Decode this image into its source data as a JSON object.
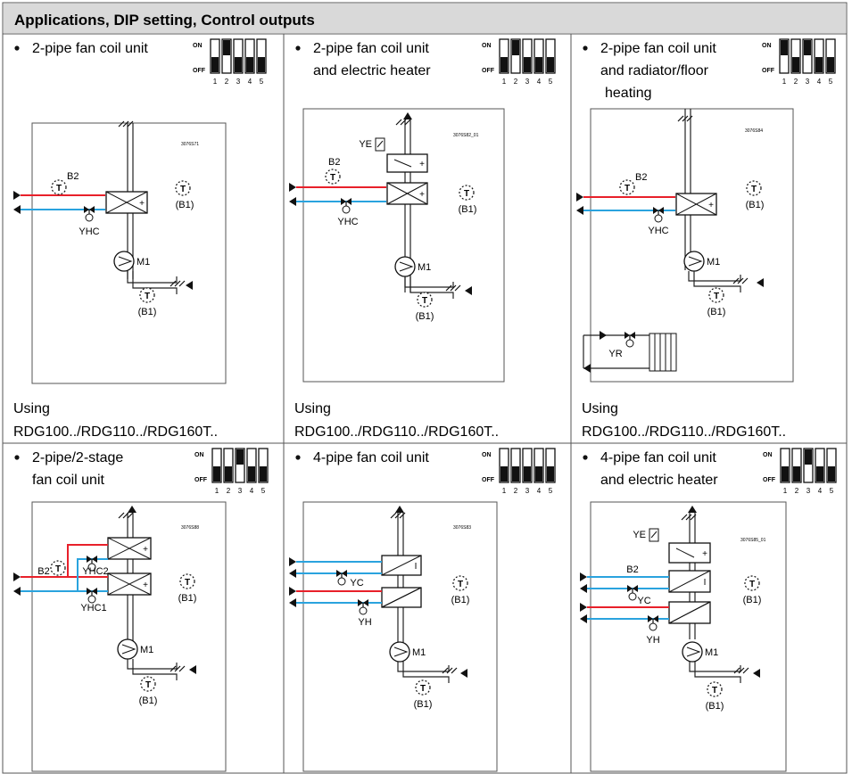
{
  "header": {
    "title": "Applications, DIP setting, Control outputs"
  },
  "dip": {
    "on": "ON",
    "off": "OFF",
    "numbers": [
      "1",
      "2",
      "3",
      "4",
      "5"
    ]
  },
  "cells": [
    {
      "id": "2pipe",
      "title_lines": [
        "2-pipe fan coil unit"
      ],
      "dip_states": [
        false,
        true,
        false,
        false,
        false
      ],
      "code": "3076S71",
      "labels": {
        "b2": "B2",
        "valve": "YHC",
        "fan": "M1",
        "sensor": "(B1)",
        "t": "T"
      },
      "using": "Using",
      "models": "RDG100../RDG110../RDG160T.."
    },
    {
      "id": "2pipe-eh",
      "title_lines": [
        "2-pipe fan coil unit",
        "and electric heater"
      ],
      "dip_states": [
        false,
        true,
        false,
        false,
        false
      ],
      "code": "3076S82_01",
      "labels": {
        "ye": "YE",
        "b2": "B2",
        "valve": "YHC",
        "fan": "M1",
        "sensor": "(B1)",
        "t": "T"
      },
      "using": "Using",
      "models": "RDG100../RDG110../RDG160T.."
    },
    {
      "id": "2pipe-rad",
      "title_lines": [
        "2-pipe fan coil unit",
        "and radiator/floor",
        "heating"
      ],
      "dip_states": [
        true,
        false,
        true,
        false,
        false
      ],
      "code": "3076S84",
      "labels": {
        "b2": "B2",
        "valve": "YHC",
        "fan": "M1",
        "sensor": "(B1)",
        "yr": "YR",
        "t": "T"
      },
      "using": "Using",
      "models": "RDG100../RDG110../RDG160T.."
    },
    {
      "id": "2pipe-2stage",
      "title_lines": [
        "2-pipe/2-stage",
        "fan coil unit"
      ],
      "dip_states": [
        false,
        false,
        true,
        false,
        false
      ],
      "code": "3076S88",
      "labels": {
        "b2": "B2",
        "yhc2": "YHC2",
        "yhc1": "YHC1",
        "fan": "M1",
        "sensor": "(B1)",
        "t": "T"
      },
      "using": "",
      "models": ""
    },
    {
      "id": "4pipe",
      "title_lines": [
        "4-pipe fan coil unit"
      ],
      "dip_states": [
        false,
        false,
        false,
        false,
        false
      ],
      "code": "3076S83",
      "labels": {
        "yc": "YC",
        "yh": "YH",
        "fan": "M1",
        "sensor": "(B1)",
        "t": "T"
      },
      "using": "",
      "models": ""
    },
    {
      "id": "4pipe-eh",
      "title_lines": [
        "4-pipe fan coil unit",
        "and electric heater"
      ],
      "dip_states": [
        false,
        false,
        true,
        false,
        false
      ],
      "code": "3076S85_01",
      "labels": {
        "ye": "YE",
        "b2": "B2",
        "yc": "YC",
        "yh": "YH",
        "fan": "M1",
        "sensor": "(B1)",
        "t": "T"
      },
      "using": "",
      "models": ""
    }
  ],
  "colors": {
    "hot": "#e8202a",
    "cold": "#2aa3de",
    "line": "#222222",
    "header_bg": "#d9d9d9",
    "frame": "#555555"
  }
}
